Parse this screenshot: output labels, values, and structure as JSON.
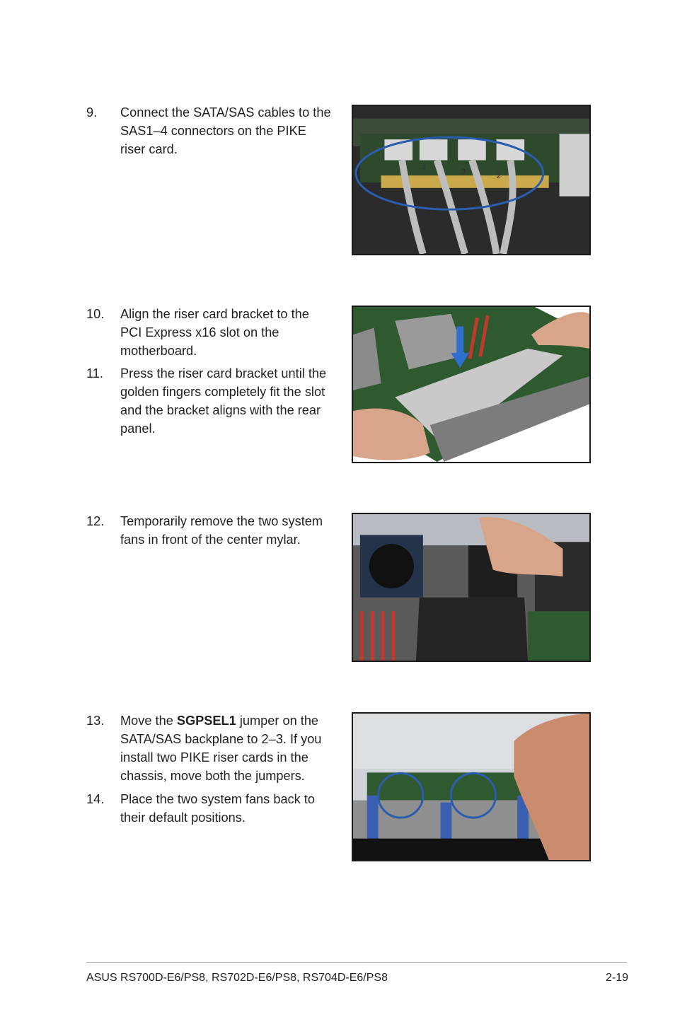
{
  "steps": [
    {
      "num": "9.",
      "text": "Connect the SATA/SAS cables to the SAS1–4 connectors on the PIKE riser card."
    },
    {
      "num": "10.",
      "text": "Align the riser card bracket to the PCI Express x16 slot on the motherboard."
    },
    {
      "num": "11.",
      "text": "Press the riser card bracket until the golden fingers completely fit the slot and the bracket aligns with the rear panel."
    },
    {
      "num": "12.",
      "text": "Temporarily remove the two system fans in front of the center mylar."
    },
    {
      "num": "13.",
      "pre": "Move the ",
      "bold": "SGPSEL1",
      "post": " jumper on the SATA/SAS backplane to 2–3. If you install two PIKE riser cards in the chassis, move both the jumpers."
    },
    {
      "num": "14.",
      "text": "Place the two system fans back to their default positions."
    }
  ],
  "photos": {
    "riser_labels": [
      "4",
      "3",
      "2"
    ]
  },
  "colors": {
    "highlight_circle": "#2a5db0",
    "arrow": "#2f6fd0"
  },
  "footer": {
    "model": "ASUS RS700D-E6/PS8, RS702D-E6/PS8, RS704D-E6/PS8",
    "page": "2-19"
  }
}
